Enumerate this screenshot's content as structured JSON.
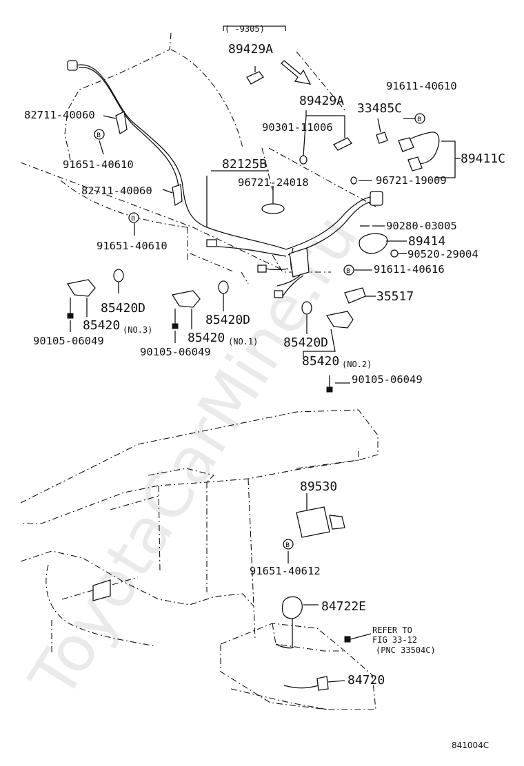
{
  "watermark": "ToyotaCarMine.ru",
  "diagram_code": "841004C",
  "date_note": "(      -9305)",
  "refer": {
    "line1": "REFER TO",
    "line2": "FIG 33-12",
    "line3": "(PNC 33504C)"
  },
  "parts": {
    "p89429A_old": "89429A",
    "p89429A_new": "89429A",
    "p90301": "90301-11006",
    "p33485C": "33485C",
    "p91611_40610": "91611-40610",
    "p89411C": "89411C",
    "p96721_19009": "96721-19009",
    "p82711_a": "82711-40060",
    "p91651_a": "91651-40610",
    "p82125B": "82125B",
    "p96721_24018": "96721-24018",
    "p82711_b": "82711-40060",
    "p91651_b": "91651-40610",
    "p90280": "90280-03005",
    "p89414": "89414",
    "p90520": "90520-29004",
    "p91611_40616": "91611-40616",
    "p35517": "35517",
    "p85420D_1": "85420D",
    "p85420_no3": "85420",
    "no3": "(NO.3)",
    "p90105_a": "90105-06049",
    "p85420D_2": "85420D",
    "p85420_no1": "85420",
    "no1": "(NO.1)",
    "p90105_b": "90105-06049",
    "p85420D_3": "85420D",
    "p85420_no2": "85420",
    "no2": "(NO.2)",
    "p90105_c": "90105-06049",
    "p89530": "89530",
    "p91651_40612": "91651-40612",
    "p84722E": "84722E",
    "p84720": "84720"
  }
}
